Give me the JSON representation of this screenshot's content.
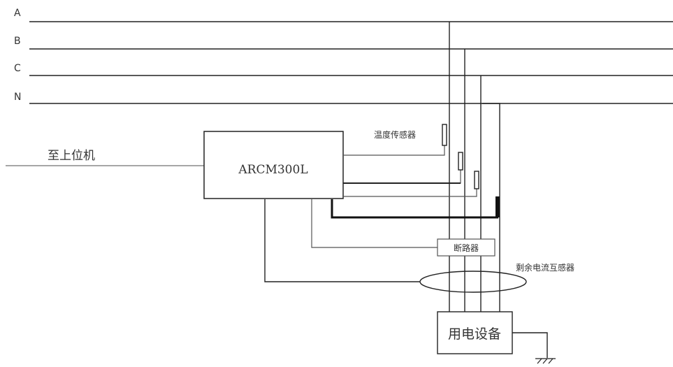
{
  "phase_labels": {
    "a": "A",
    "b": "B",
    "c": "C",
    "n": "N"
  },
  "uplink_label": "至上位机",
  "controller_label": "ARCM300L",
  "temp_sensor_label": "温度传感器",
  "breaker_label": "断路器",
  "rct_label": "剩余电流互感器",
  "load_label": "用电设备",
  "colors": {
    "line": "#222222",
    "wire_gray": "#555555",
    "text": "#333333"
  }
}
